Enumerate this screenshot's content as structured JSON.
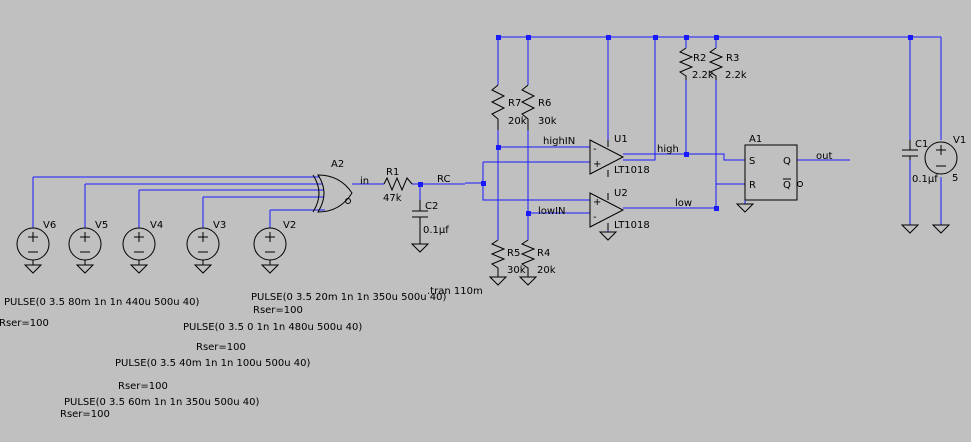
{
  "components": {
    "V1": {
      "ref": "V1",
      "value": "5"
    },
    "V2": {
      "ref": "V2",
      "params": "PULSE(0 3.5 20m 1n 1n 350u 500u 40)",
      "rser": "Rser=100"
    },
    "V3": {
      "ref": "V3",
      "params": "PULSE(0 3.5 0 1n 1n 480u 500u 40)",
      "rser": "Rser=100"
    },
    "V4": {
      "ref": "V4",
      "params": "PULSE(0 3.5 40m 1n 1n 100u 500u 40)",
      "rser": "Rser=100"
    },
    "V5": {
      "ref": "V5",
      "params": "PULSE(0 3.5 60m 1n 1n 350u 500u 40)",
      "rser": "Rser=100"
    },
    "V6": {
      "ref": "V6",
      "params": "PULSE(0 3.5 80m 1n 1n 440u 500u 40)",
      "rser": "Rser=100"
    },
    "R1": {
      "ref": "R1",
      "value": "47k"
    },
    "R2": {
      "ref": "R2",
      "value": "2.2k"
    },
    "R3": {
      "ref": "R3",
      "value": "2.2k"
    },
    "R4": {
      "ref": "R4",
      "value": "20k"
    },
    "R5": {
      "ref": "R5",
      "value": "30k"
    },
    "R6": {
      "ref": "R6",
      "value": "30k"
    },
    "R7": {
      "ref": "R7",
      "value": "20k"
    },
    "C1": {
      "ref": "C1",
      "value": "0.1µf"
    },
    "C2": {
      "ref": "C2",
      "value": "0.1µf"
    },
    "U1": {
      "ref": "U1",
      "model": "LT1018"
    },
    "U2": {
      "ref": "U2",
      "model": "LT1018"
    },
    "A1": {
      "ref": "A1",
      "pin_s": "S",
      "pin_r": "R",
      "pin_q": "Q",
      "pin_qbar": "Q"
    },
    "A2": {
      "ref": "A2"
    }
  },
  "nets": {
    "in": "in",
    "rc": "RC",
    "highIN": "highIN",
    "lowIN": "lowIN",
    "high": "high",
    "low": "low",
    "out": "out"
  },
  "directive": ".tran 110m",
  "colors": {
    "background": "#c0c0c0",
    "wire": "#1a1aff",
    "symbol": "#000000"
  }
}
